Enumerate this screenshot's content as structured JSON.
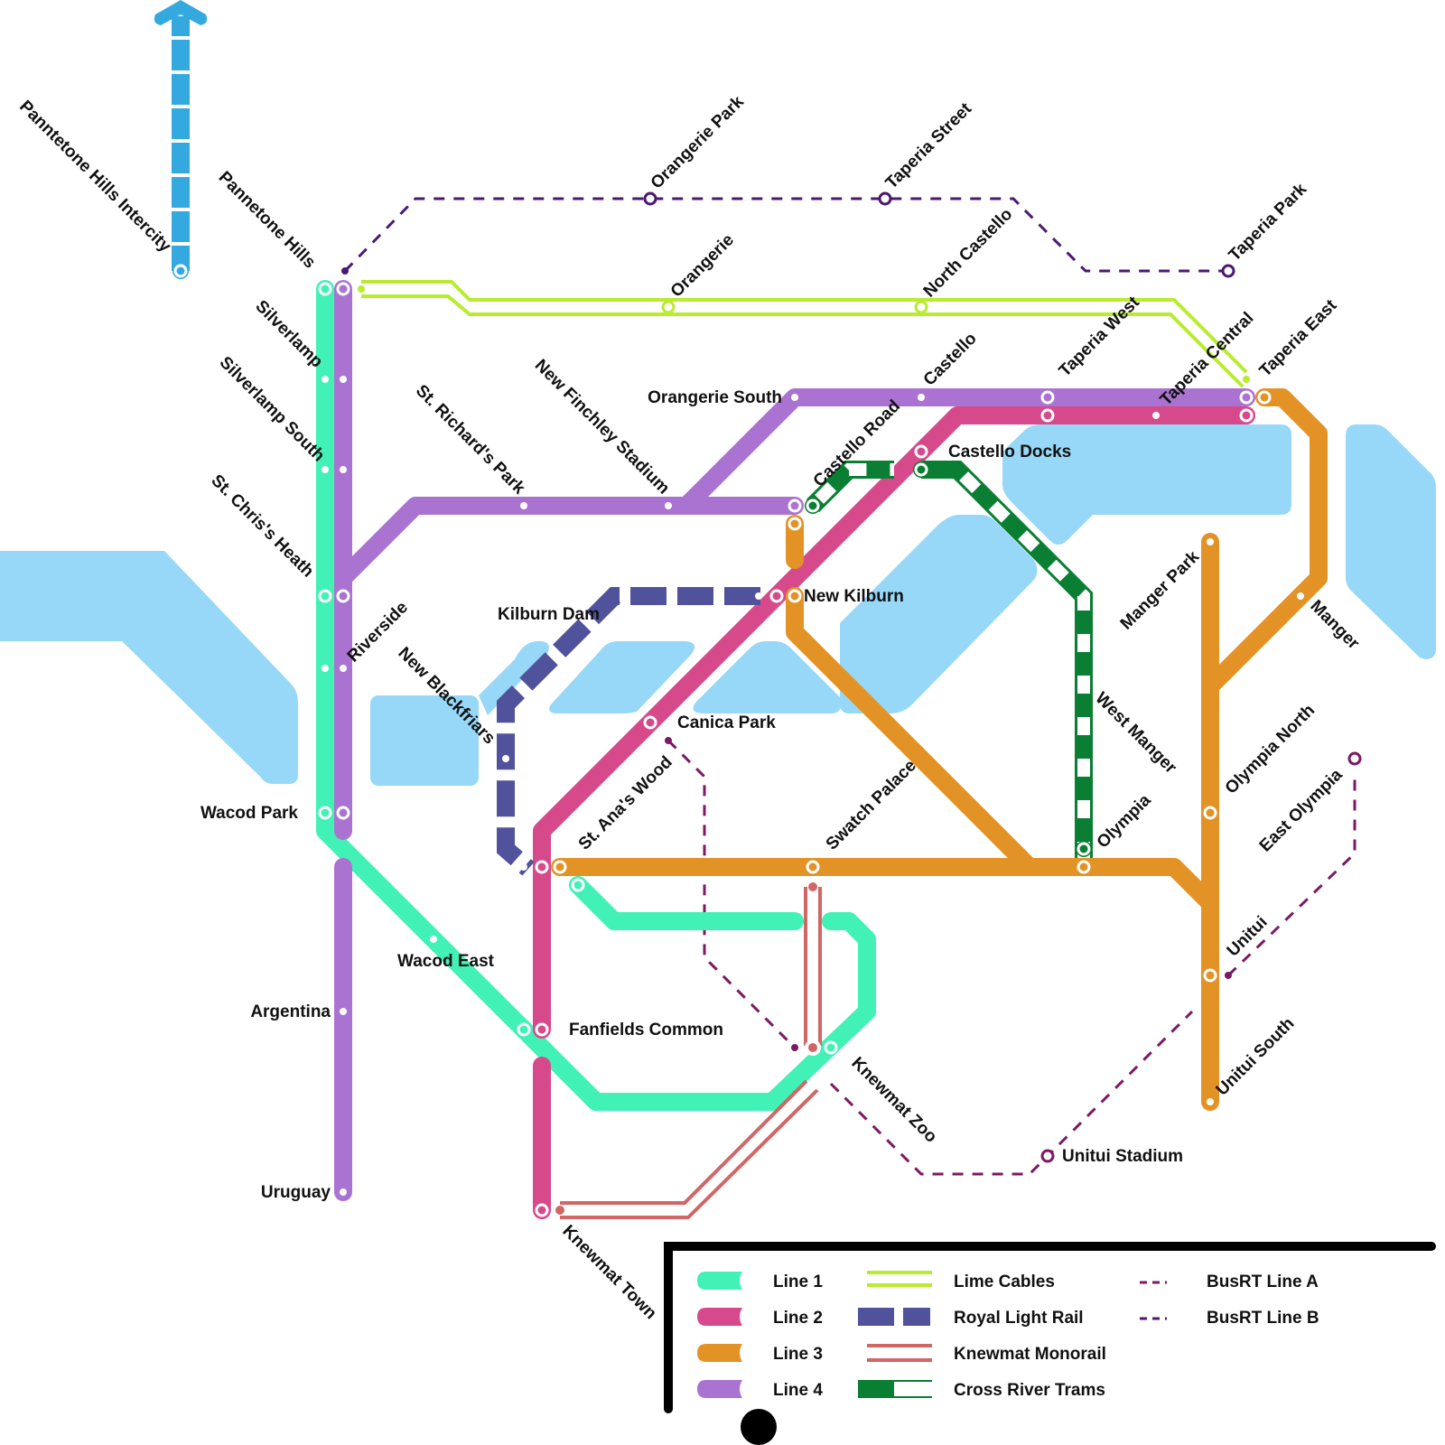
{
  "map_title": "Transit network map",
  "colors": {
    "water": "#97d7f7",
    "line1": "#41f1b6",
    "line2": "#d64a8c",
    "line3": "#e39226",
    "line4": "#ab73d1",
    "lime_cables": "#b9eb2f",
    "royal_light_rail": "#51529c",
    "knewmat_monorail": "#d26664",
    "cross_river_trams": "#0a7e32",
    "busrt_a": "#7b1a63",
    "busrt_b": "#4a1a72",
    "intercity": "#34a9e0"
  },
  "intercity": {
    "name": "Panntetone Hills Intercity",
    "direction_icon": "arrow-up-icon"
  },
  "stations": [
    {
      "id": "panntetone-hills-intercity",
      "name": "Panntetone Hills Intercity"
    },
    {
      "id": "pannetone-hills",
      "name": "Pannetone Hills"
    },
    {
      "id": "silverlamp",
      "name": "Silverlamp"
    },
    {
      "id": "silverlamp-south",
      "name": "Silverlamp South"
    },
    {
      "id": "st-chriss-heath",
      "name": "St. Chris's Heath"
    },
    {
      "id": "riverside",
      "name": "Riverside"
    },
    {
      "id": "wacod-park",
      "name": "Wacod Park"
    },
    {
      "id": "wacod-east",
      "name": "Wacod East"
    },
    {
      "id": "argentina",
      "name": "Argentina"
    },
    {
      "id": "uruguay",
      "name": "Uruguay"
    },
    {
      "id": "st-richards-park",
      "name": "St. Richard's Park"
    },
    {
      "id": "new-finchley-stadium",
      "name": "New Finchley Stadium"
    },
    {
      "id": "orangerie-south",
      "name": "Orangerie South"
    },
    {
      "id": "orangerie",
      "name": "Orangerie"
    },
    {
      "id": "orangerie-park",
      "name": "Orangerie Park"
    },
    {
      "id": "taperia-street",
      "name": "Taperia Street"
    },
    {
      "id": "north-castello",
      "name": "North Castello"
    },
    {
      "id": "taperia-park",
      "name": "Taperia Park"
    },
    {
      "id": "castello",
      "name": "Castello"
    },
    {
      "id": "taperia-west",
      "name": "Taperia West"
    },
    {
      "id": "taperia-central",
      "name": "Taperia Central"
    },
    {
      "id": "taperia-east",
      "name": "Taperia East"
    },
    {
      "id": "castello-road",
      "name": "Castello Road"
    },
    {
      "id": "castello-docks",
      "name": "Castello Docks"
    },
    {
      "id": "new-kilburn",
      "name": "New Kilburn"
    },
    {
      "id": "kilburn-dam",
      "name": "Kilburn Dam"
    },
    {
      "id": "new-blackfriars",
      "name": "New Blackfriars"
    },
    {
      "id": "canica-park",
      "name": "Canica Park"
    },
    {
      "id": "st-anas-wood",
      "name": "St. Ana's Wood"
    },
    {
      "id": "swatch-palace",
      "name": "Swatch Palace"
    },
    {
      "id": "manger-park",
      "name": "Manger Park"
    },
    {
      "id": "manger",
      "name": "Manger"
    },
    {
      "id": "west-manger",
      "name": "West Manger"
    },
    {
      "id": "olympia",
      "name": "Olympia"
    },
    {
      "id": "olympia-north",
      "name": "Olympia North"
    },
    {
      "id": "east-olympia",
      "name": "East Olympia"
    },
    {
      "id": "unitui",
      "name": "Unitui"
    },
    {
      "id": "unitui-south",
      "name": "Unitui South"
    },
    {
      "id": "unitui-stadium",
      "name": "Unitui Stadium"
    },
    {
      "id": "fanfields-common",
      "name": "Fanfields Common"
    },
    {
      "id": "knewmat-zoo",
      "name": "Knewmat Zoo"
    },
    {
      "id": "knewmat-town",
      "name": "Knewmat Town"
    }
  ],
  "legend": {
    "items": [
      {
        "label": "Line 1",
        "key": "line1"
      },
      {
        "label": "Line 2",
        "key": "line2"
      },
      {
        "label": "Line 3",
        "key": "line3"
      },
      {
        "label": "Line 4",
        "key": "line4"
      },
      {
        "label": "Lime Cables",
        "key": "lime_cables"
      },
      {
        "label": "Royal Light Rail",
        "key": "royal_light_rail"
      },
      {
        "label": "Knewmat Monorail",
        "key": "knewmat_monorail"
      },
      {
        "label": "Cross River Trams",
        "key": "cross_river_trams"
      },
      {
        "label": "BusRT Line A",
        "key": "busrt_a"
      },
      {
        "label": "BusRT Line B",
        "key": "busrt_b"
      }
    ]
  }
}
